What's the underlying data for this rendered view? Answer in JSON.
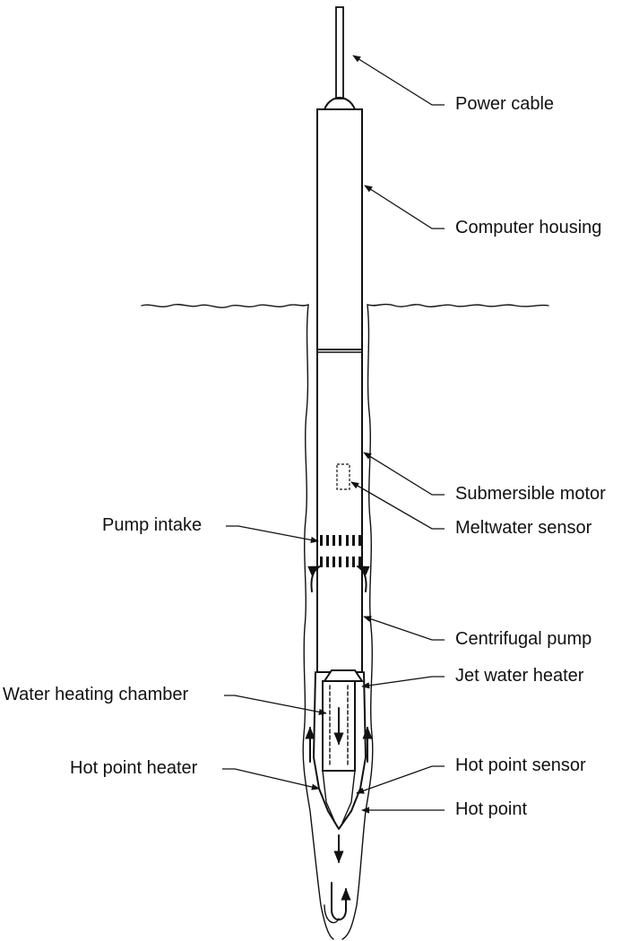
{
  "labels": {
    "power_cable": "Power cable",
    "computer_housing": "Computer housing",
    "submersible_motor": "Submersible motor",
    "meltwater_sensor": "Meltwater sensor",
    "pump_intake": "Pump intake",
    "centrifugal_pump": "Centrifugal pump",
    "jet_water_heater": "Jet water heater",
    "water_heating_chamber": "Water heating chamber",
    "hot_point_heater": "Hot point heater",
    "hot_point_sensor": "Hot point sensor",
    "hot_point": "Hot point"
  },
  "colors": {
    "ink": "#111111",
    "background": "#ffffff"
  }
}
